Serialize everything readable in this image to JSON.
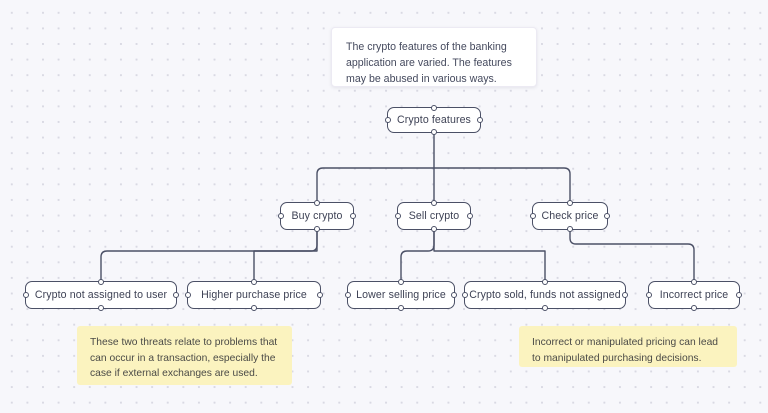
{
  "canvas": {
    "background_color": "#f7f7fb",
    "dot_color": "#d9d9e3",
    "node_border_color": "#4b5066",
    "node_fill_color": "#ffffff",
    "sticky_color": "#fbf3bf",
    "edge_color": "#4b5066"
  },
  "comment_card": {
    "text": "The crypto features of the banking application are varied. The features may be abused in various ways."
  },
  "nodes": {
    "root": {
      "label": "Crypto features"
    },
    "level2": [
      {
        "label": "Buy crypto"
      },
      {
        "label": "Sell crypto"
      },
      {
        "label": "Check price"
      }
    ],
    "level3": [
      {
        "label": "Crypto not assigned to user"
      },
      {
        "label": "Higher purchase price"
      },
      {
        "label": "Lower selling price"
      },
      {
        "label": "Crypto sold, funds not assigned"
      },
      {
        "label": "Incorrect price"
      }
    ]
  },
  "sticky_notes": [
    {
      "text": "These two threats relate to problems that can occur in a transaction, especially the case if external exchanges are used."
    },
    {
      "text": "Incorrect or manipulated pricing can lead to manipulated purchasing decisions."
    }
  ]
}
